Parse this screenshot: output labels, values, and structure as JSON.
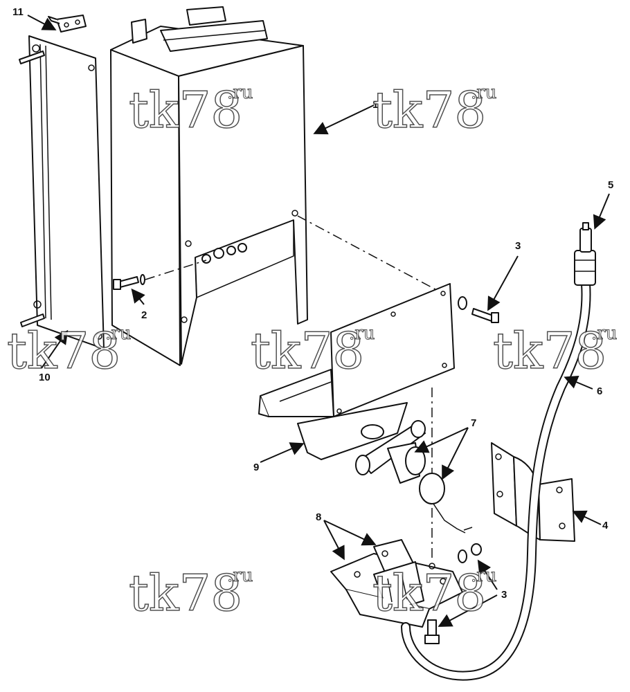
{
  "watermark": {
    "text": "tk78",
    "suffix": ".ru"
  },
  "callouts": {
    "c1": "1",
    "c2": "2",
    "c3a": "3",
    "c3b": "3",
    "c4": "4",
    "c5": "5",
    "c6": "6",
    "c7": "7",
    "c8": "8",
    "c9": "9",
    "c10": "10",
    "c11": "11"
  }
}
